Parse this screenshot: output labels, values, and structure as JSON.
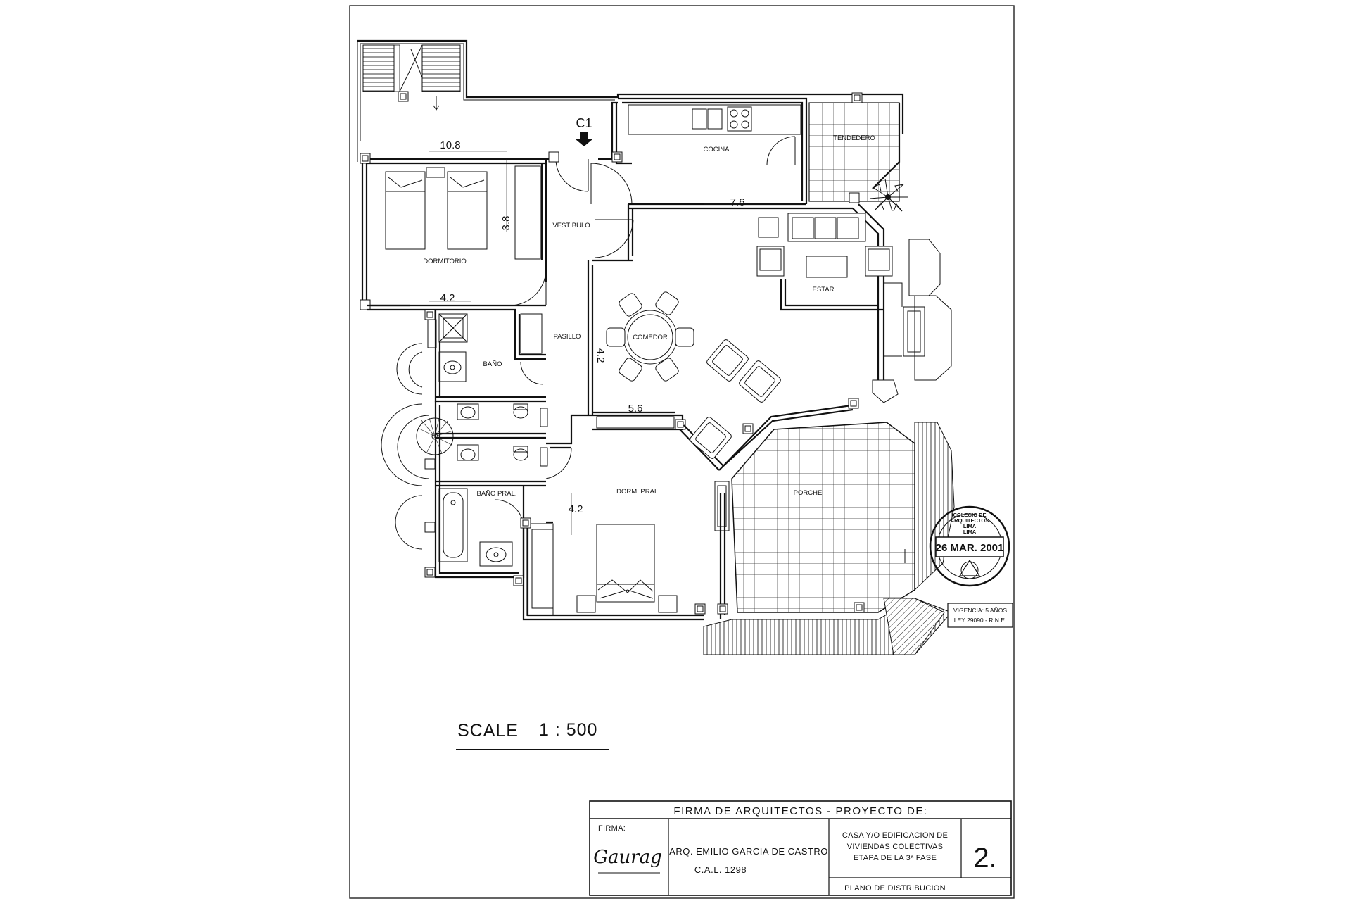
{
  "rooms": {
    "cocina": "COCINA",
    "tendedero": "TENDEDERO",
    "vestibulo": "VESTIBULO",
    "dormitorio": "DORMITORIO",
    "estar": "ESTAR",
    "comedor": "COMEDOR",
    "pasillo": "PASILLO",
    "bano": "BAÑO",
    "bano_pral": "BAÑO PRAL.",
    "dorm_pral": "DORM. PRAL.",
    "porche": "PORCHE"
  },
  "dimensions": {
    "d10_8": "10.8",
    "d3_8": "3.8",
    "d4_2_top": "4.2",
    "d7_6": "7.6",
    "d4_2_mid": "4.2",
    "d5_6": "5.6",
    "d4_2_low": "4.2"
  },
  "section_marker": "C1",
  "scale_label": "SCALE",
  "scale_value": "1 : 500",
  "stamp": {
    "line1": "COLEGIO DE",
    "line2": "ARQUITECTOS",
    "line3": "LIMA",
    "line4": "LIMA",
    "date": "26 MAR. 2001",
    "validity1": "VIGENCIA: 5 AÑOS",
    "validity2": "LEY 29090 - R.N.E."
  },
  "title_block": {
    "header": "FIRMA DE ARQUITECTOS - PROYECTO DE:",
    "firma_label": "FIRMA:",
    "signature": "Gaurag",
    "architect": "ARQ. EMILIO GARCIA DE CASTRO",
    "cal": "C.A.L. 1298",
    "project1": "CASA Y/O EDIFICACION DE",
    "project2": "VIVIENDAS COLECTIVAS",
    "project3": "ETAPA DE LA 3ª FASE",
    "plan": "PLANO DE DISTRIBUCION",
    "sheet": "2."
  }
}
